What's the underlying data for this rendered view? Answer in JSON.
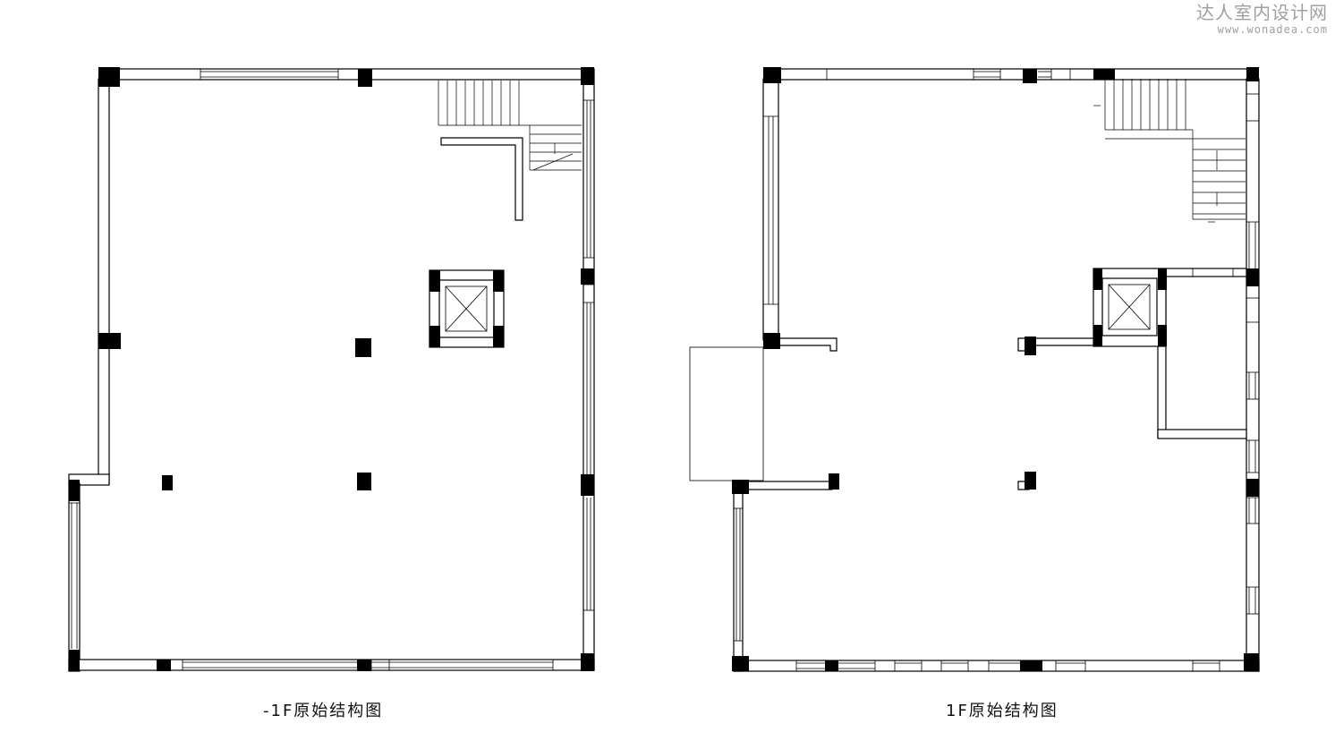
{
  "watermark": {
    "brand": "达人室内设计网",
    "url": "www.wonadea.com"
  },
  "plans": [
    {
      "id": "basement",
      "caption": "-1F原始结构图"
    },
    {
      "id": "ground",
      "caption": "1F原始结构图"
    }
  ]
}
